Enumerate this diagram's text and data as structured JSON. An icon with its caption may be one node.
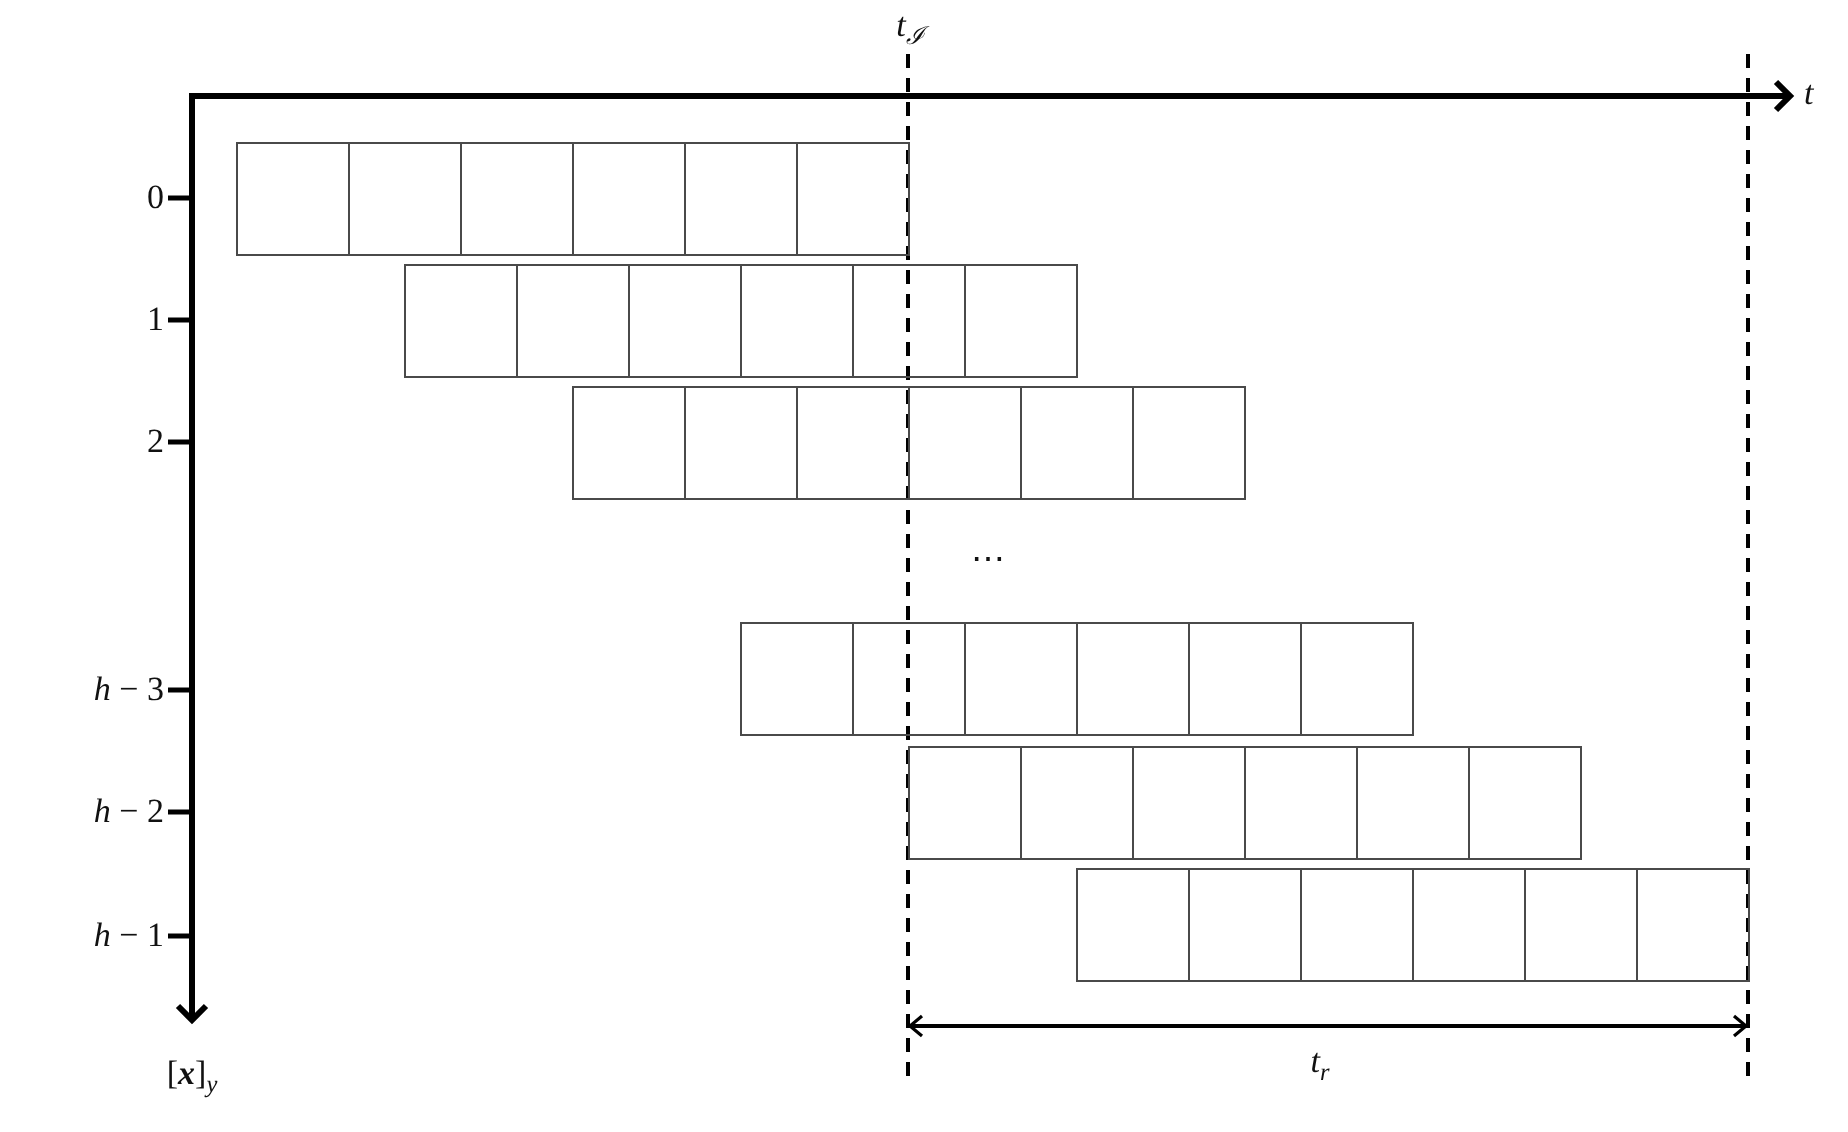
{
  "diagram": {
    "nodes": [
      {
        "text": [],
        "shape": "box"
      },
      {
        "text": [],
        "shape": "box"
      },
      {
        "text": [],
        "shape": "box"
      },
      {
        "text": [],
        "shape": "box"
      },
      {
        "text": [],
        "shape": "box"
      },
      {
        "text": [],
        "shape": "box"
      },
      {
        "text": [],
        "shape": "box"
      },
      {
        "text": [],
        "shape": "box"
      },
      {
        "text": [],
        "shape": "box"
      },
      {
        "text": [],
        "shape": "box"
      },
      {
        "text": [],
        "shape": "box"
      },
      {
        "text": [],
        "shape": "box"
      },
      {
        "text": [],
        "shape": "box"
      },
      {
        "text": [],
        "shape": "box"
      },
      {
        "text": [],
        "shape": "box"
      },
      {
        "text": [],
        "shape": "box"
      },
      {
        "text": [],
        "shape": "box"
      },
      {
        "text": [],
        "shape": "box"
      },
      {
        "text": [],
        "shape": "box"
      },
      {
        "text": [],
        "shape": "box"
      },
      {
        "text": [],
        "shape": "box"
      },
      {
        "text": [],
        "shape": "box"
      },
      {
        "text": [],
        "shape": "box"
      },
      {
        "text": [],
        "shape": "box"
      },
      {
        "text": [],
        "shape": "box"
      },
      {
        "text": [],
        "shape": "box"
      },
      {
        "text": [],
        "shape": "box"
      },
      {
        "text": [],
        "shape": "box"
      },
      {
        "text": [],
        "shape": "box"
      },
      {
        "text": [],
        "shape": "box"
      },
      {
        "text": [],
        "shape": "box"
      },
      {
        "text": [],
        "shape": "box"
      },
      {
        "text": [],
        "shape": "box"
      },
      {
        "text": [],
        "shape": "box"
      },
      {
        "text": [],
        "shape": "box"
      },
      {
        "text": [],
        "shape": "box"
      }
    ],
    "labels": [
      "t$_{ℐ}$",
      "t",
      "0",
      "1",
      "2",
      "⋯",
      "*h* − 3",
      "*h* − 2",
      "*h* − 1",
      "[**x**]$_{y}$",
      "t$_{r}$"
    ]
  }
}
